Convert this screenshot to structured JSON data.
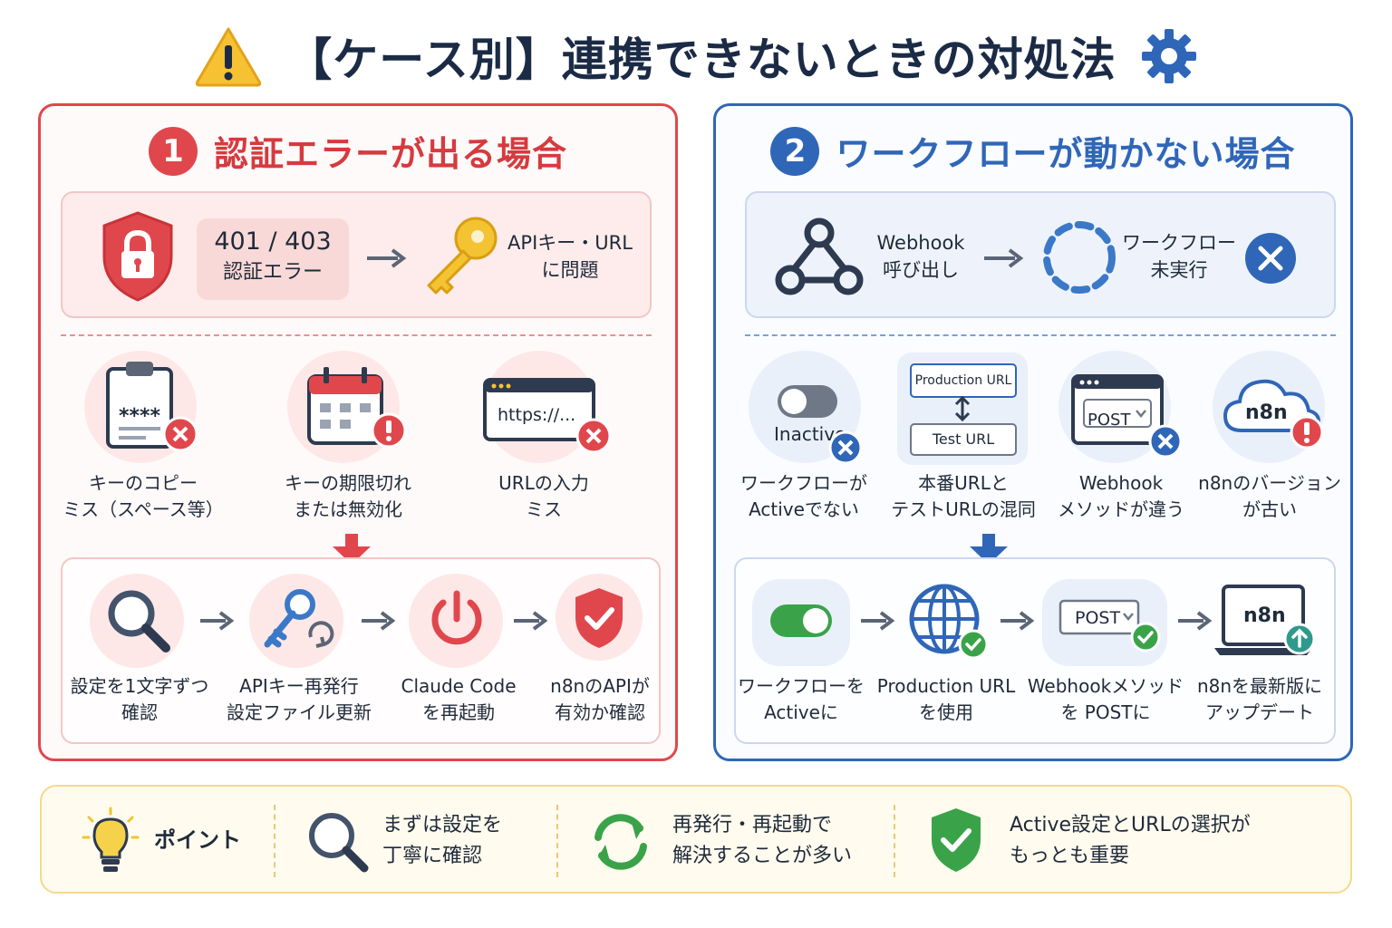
{
  "title": "【ケース別】連携できないときの対処法",
  "colors": {
    "red": "#e0474c",
    "blue": "#2f66b8",
    "green": "#3aa34a",
    "yellow": "#f3c332",
    "navy": "#1b2b45"
  },
  "case1": {
    "number": "1",
    "title": "認証エラーが出る場合",
    "error_code": "401 / 403",
    "error_label": "認証エラー",
    "cause_line1": "APIキー・URL",
    "cause_line2": "に問題",
    "causes": [
      {
        "icon": "clipboard-icon",
        "card_text": "****",
        "line1": "キーのコピー",
        "line2": "ミス（スペース等）"
      },
      {
        "icon": "calendar-icon",
        "line1": "キーの期限切れ",
        "line2": "または無効化"
      },
      {
        "icon": "browser-icon",
        "card_text": "https://...",
        "line1": "URLの入力",
        "line2": "ミス"
      }
    ],
    "steps": [
      {
        "icon": "magnifier-icon",
        "line1": "設定を1文字ずつ",
        "line2": "確認"
      },
      {
        "icon": "key-refresh-icon",
        "line1": "APIキー再発行",
        "line2": "設定ファイル更新"
      },
      {
        "icon": "power-icon",
        "line1": "Claude Code",
        "line2": "を再起動"
      },
      {
        "icon": "shield-check-icon",
        "line1": "n8nのAPIが",
        "line2": "有効か確認"
      }
    ]
  },
  "case2": {
    "number": "2",
    "title": "ワークフローが動かない場合",
    "trigger_line1": "Webhook",
    "trigger_line2": "呼び出し",
    "result_line1": "ワークフロー",
    "result_line2": "未実行",
    "causes": [
      {
        "icon": "toggle-off-icon",
        "card_text": "Inactive",
        "line1": "ワークフローが",
        "line2": "Activeでない"
      },
      {
        "icon": "url-swap-icon",
        "card_top": "Production URL",
        "card_bottom": "Test URL",
        "line1": "本番URLと",
        "line2": "テストURLの混同"
      },
      {
        "icon": "method-window-icon",
        "card_text": "POST",
        "line1": "Webhook",
        "line2": "メソッドが違う"
      },
      {
        "icon": "cloud-icon",
        "card_text": "n8n",
        "line1": "n8nのバージョン",
        "line2": "が古い"
      }
    ],
    "steps": [
      {
        "icon": "toggle-on-icon",
        "line1": "ワークフローを",
        "line2": "Activeに"
      },
      {
        "icon": "globe-icon",
        "line1": "Production URL",
        "line2": "を使用"
      },
      {
        "icon": "method-check-icon",
        "card_text": "POST",
        "line1": "Webhookメソッド",
        "line2": "を POSTに"
      },
      {
        "icon": "laptop-icon",
        "card_text": "n8n",
        "line1": "n8nを最新版に",
        "line2": "アップデート"
      }
    ]
  },
  "points": {
    "label": "ポイント",
    "items": [
      {
        "icon": "magnifier-icon",
        "line1": "まずは設定を",
        "line2": "丁寧に確認"
      },
      {
        "icon": "refresh-icon",
        "line1": "再発行・再起動で",
        "line2": "解決することが多い"
      },
      {
        "icon": "shield-check-icon",
        "line1": "Active設定とURLの選択が",
        "line2": "もっとも重要"
      }
    ]
  }
}
